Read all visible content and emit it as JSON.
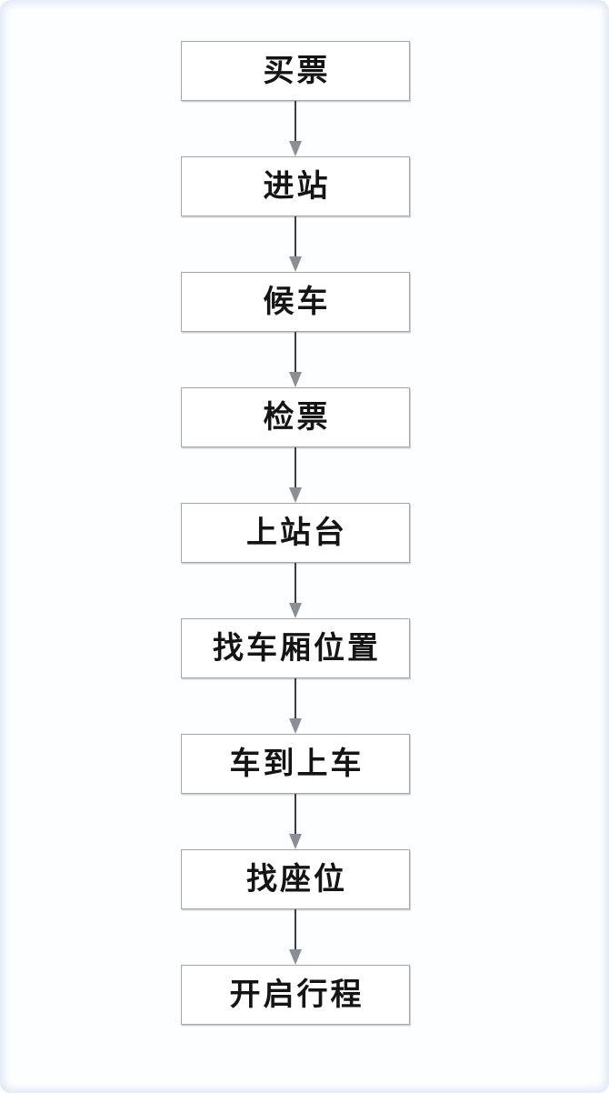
{
  "flowchart": {
    "title": "",
    "nodes": [
      {
        "label": "买票"
      },
      {
        "label": "进站"
      },
      {
        "label": "候车"
      },
      {
        "label": "检票"
      },
      {
        "label": "上站台"
      },
      {
        "label": "找车厢位置"
      },
      {
        "label": "车到上车"
      },
      {
        "label": "找座位"
      },
      {
        "label": "开启行程"
      }
    ],
    "colors": {
      "box_background": "#ffffff",
      "box_border": "#a6a6a6",
      "text": "#141414",
      "arrow_line": "#3c3c46",
      "arrow_head": "#8a8f96",
      "page_background": "#fdfeff",
      "page_edge_tint": "#dbe4f3"
    }
  }
}
